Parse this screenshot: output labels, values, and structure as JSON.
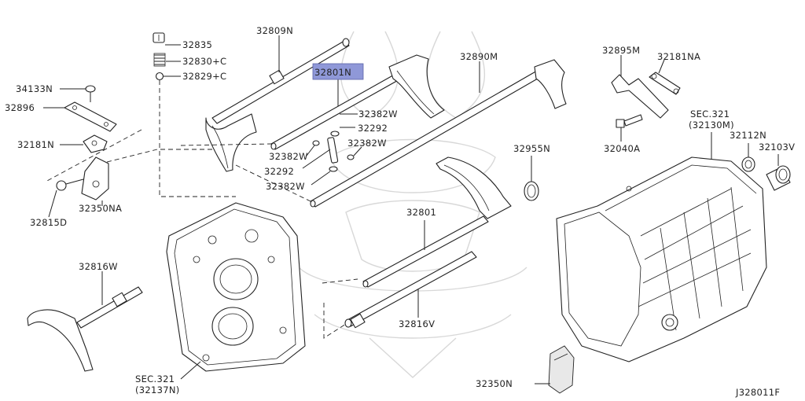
{
  "diagram": {
    "highlight_color": "#8f98d8",
    "line_color": "#222222",
    "footer_code": "J328011F",
    "labels": {
      "p32835": "32835",
      "p32830c": "32830+C",
      "p32829c": "32829+C",
      "p32809n": "32809N",
      "p32801n": "32801N",
      "p32890m": "32890M",
      "p32895m": "32895M",
      "p32181na": "32181NA",
      "p34133n": "34133N",
      "p32896": "32896",
      "p32181n": "32181N",
      "p32815d": "32815D",
      "p32350na": "32350NA",
      "p32382w_a": "32382W",
      "p32292_a": "32292",
      "p32382w_b": "32382W",
      "p32382w_c": "32382W",
      "p32292_b": "32292",
      "p32382w_d": "32382W",
      "p32955n": "32955N",
      "p32040a": "32040A",
      "sec321_a": "SEC.321",
      "sec321_a_sub": "(32130M)",
      "p32112n": "32112N",
      "p32103v": "32103V",
      "p32801": "32801",
      "p32816w": "32816W",
      "p32816v": "32816V",
      "sec321_b": "SEC.321",
      "sec321_b_sub": "(32137N)",
      "p32350n": "32350N"
    }
  }
}
